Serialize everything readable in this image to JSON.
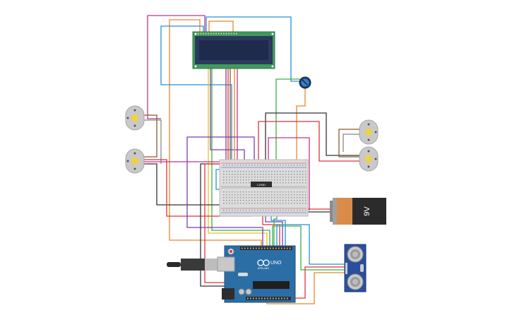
{
  "battery": {
    "label": "9V"
  },
  "arduino": {
    "model": "UNO",
    "brand": "ARDUINO"
  },
  "driver": {
    "label": "L293D"
  },
  "colors": {
    "breadboard": "#dcdcdc",
    "lcd_pcb": "#3f9a5c",
    "lcd_screen": "#1f2b4d",
    "arduino_board": "#2b6ea6",
    "sensor_board": "#2a4f9c",
    "battery_body": "#2b2b2b",
    "battery_cap": "#d98c4a",
    "motor_body": "#c9c9c9",
    "motor_shaft": "#f0d23c",
    "wire_red": "#e0323c",
    "wire_orange": "#e8892a",
    "wire_green": "#3dae4c",
    "wire_blue": "#2a8fd6",
    "wire_purple": "#7a3fa8",
    "wire_pink": "#c4348c",
    "wire_black": "#333333",
    "wire_brown": "#8b5a2b",
    "wire_yellow": "#e5c02a"
  }
}
